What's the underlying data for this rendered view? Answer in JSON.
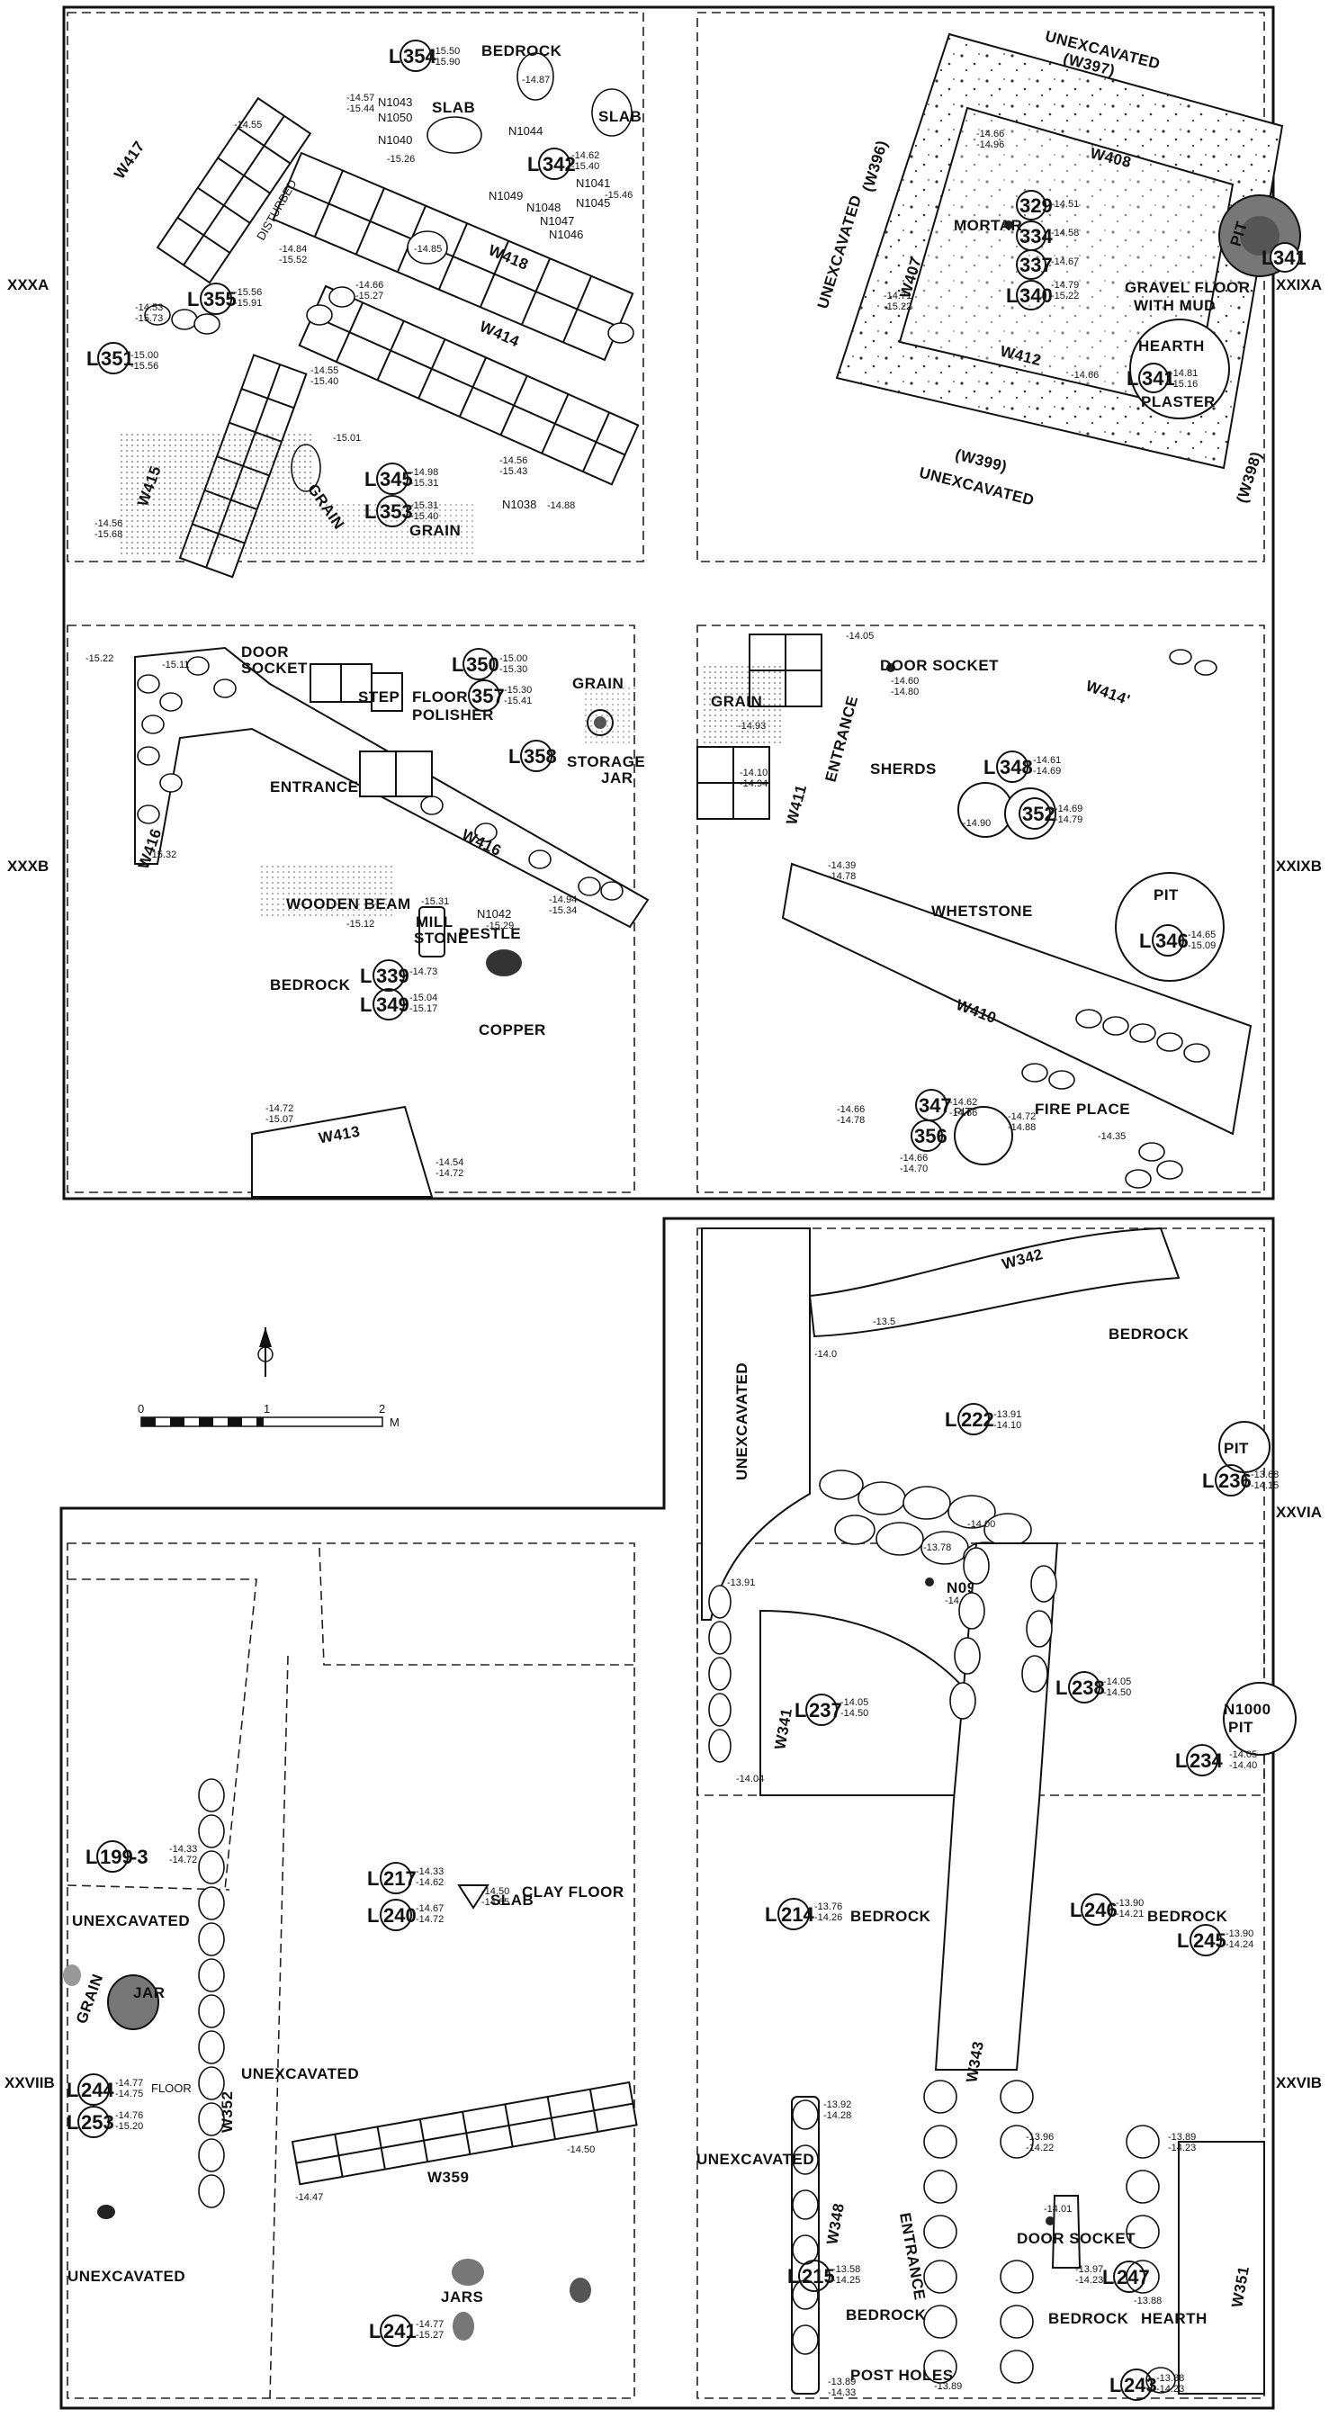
{
  "side_labels": {
    "xxxa": "XXXA",
    "xxixa": "XXIXA",
    "xxxb": "XXXB",
    "xxixb": "XXIXB",
    "xxvia": "XXVIA",
    "xxviib": "XXVIIB",
    "xxvib": "XXVIB"
  },
  "scale": {
    "zero": "0",
    "one": "1",
    "two": "2",
    "unit": "M"
  },
  "walls": {
    "w417": "W417",
    "w418": "W418",
    "w414": "W414",
    "w415": "W415",
    "w396": "(W396)",
    "w397": "(W397)",
    "w399": "(W399)",
    "w398": "(W398)",
    "w408": "W408",
    "w407": "W407",
    "w412": "W412",
    "w416a": "W416",
    "w416b": "W416",
    "w411": "W411",
    "w414p": "W414'",
    "w410": "W410",
    "w413": "W413",
    "w342": "W342",
    "w341": "W341",
    "w352": "W352",
    "w359": "W359",
    "w343": "W343",
    "w348": "W348",
    "w351": "W351"
  },
  "loci": {
    "l354": "354",
    "l342": "342",
    "l355": "355",
    "l351": "351",
    "l345": "345",
    "l353": "353",
    "l329": "329",
    "l334": "334",
    "l337": "337",
    "l340": "340",
    "l341a": "341",
    "l341b": "341",
    "l350": "350",
    "l357": "357",
    "l358": "358",
    "l339": "339",
    "l349": "349",
    "l348": "348",
    "l352": "352",
    "l346": "346",
    "l347": "347",
    "l356": "356",
    "l222": "222",
    "l236": "236",
    "l237": "237",
    "l238": "238",
    "l234": "234",
    "l199": "199",
    "l217": "217",
    "l240": "240",
    "l244": "244",
    "l253": "253",
    "l241": "241",
    "l214": "214",
    "l246": "246",
    "l245": "245",
    "l215": "215",
    "l247": "247",
    "l243": "243"
  },
  "features": {
    "bedrock1": "BEDROCK",
    "slab1": "SLAB",
    "slab2": "SLAB",
    "disturbed": "DISTURBED",
    "n1043": "N1043",
    "n1050": "N1050",
    "n1040": "N1040",
    "n1044": "N1044",
    "n1041": "N1041",
    "n1045": "N1045",
    "n1049": "N1049",
    "n1048": "N1048",
    "n1047": "N1047",
    "n1046": "N1046",
    "n1038": "N1038",
    "grain1": "GRAIN",
    "grain2": "GRAIN",
    "unexcavated_a1": "UNEXCAVATED",
    "unexcavated_a2": "UNEXCAVATED",
    "unexcavated_a3": "UNEXCAVATED",
    "mortar": "MORTAR",
    "pit1": "PIT",
    "gravel1": "GRAVEL FLOOR",
    "gravel2": "WITH MUD",
    "hearth1": "HEARTH",
    "plaster": "PLASTER",
    "door_socket1": "DOOR",
    "door_socket2": "SOCKET",
    "step": "STEP",
    "floor": "FLOOR",
    "polisher": "POLISHER",
    "grain3": "GRAIN",
    "storage1": "STORAGE",
    "storage2": "JAR",
    "entrance1": "ENTRANCE",
    "wooden_beam": "WOODEN BEAM",
    "n1042": "N1042",
    "mill1": "MILL",
    "mill2": "STONE",
    "pestle": "PESTLE",
    "bedrock2": "BEDROCK",
    "copper": "COPPER",
    "grain4": "GRAIN",
    "entrance2": "ENTRANCE",
    "door_socket3": "DOOR SOCKET",
    "sherds": "SHERDS",
    "whetstone": "WHETSTONE",
    "pit2": "PIT",
    "fire_place": "FIRE PLACE",
    "pit3": "PIT",
    "bedrock3": "BEDROCK",
    "unexcavated_b": "UNEXCAVATED",
    "pit4": "PIT",
    "n0999": "N0999",
    "n1000": "N1000",
    "pit5": "PIT",
    "unexcavated_c1": "UNEXCAVATED",
    "clay_floor": "CLAY FLOOR",
    "slab3": "SLAB",
    "grain5": "GRAIN",
    "jar1": "JAR",
    "floor2": "FLOOR",
    "unexcavated_c2": "UNEXCAVATED",
    "unexcavated_c3": "UNEXCAVATED",
    "jars": "JARS",
    "bedrock4": "BEDROCK",
    "bedrock5": "BEDROCK",
    "unexcavated_d": "UNEXCAVATED",
    "entrance3": "ENTRANCE",
    "bedrock6": "BEDROCK",
    "post_holes": "POST HOLES",
    "door_socket4": "DOOR SOCKET",
    "bedrock7": "BEDROCK",
    "hearth2": "HEARTH"
  },
  "elevations": {
    "e1": "-15.50",
    "e1b": "-15.90",
    "e2": "-14.87",
    "e3": "-14.57",
    "e3b": "-15.44",
    "e4": "-14.55",
    "e5": "-15.26",
    "e6": "-14.62",
    "e6b": "-15.40",
    "e7": "-15.46",
    "e8": "-14.84",
    "e8b": "-15.52",
    "e9": "-14.85",
    "e10": "-15.56",
    "e10b": "-15.91",
    "e11": "-14.66",
    "e11b": "-15.27",
    "e12": "-14.53",
    "e12b": "-15.73",
    "e13": "-15.00",
    "e13b": "-15.56",
    "e14": "-14.55",
    "e14b": "-15.40",
    "e15": "-15.01",
    "e16": "-14.98",
    "e16b": "-15.31",
    "e17": "-15.31",
    "e17b": "-15.40",
    "e18": "-14.56",
    "e18b": "-15.43",
    "e19": "-14.88",
    "e20": "-14.56",
    "e20b": "-15.68",
    "e21": "-14.66",
    "e21b": "-14.96",
    "e22": "-14.51",
    "e23": "-14.58",
    "e24": "-14.67",
    "e25": "-14.79",
    "e25b": "-15.22",
    "e26": "-14.81",
    "e26b": "-15.16",
    "e27": "-14.71",
    "e27b": "-15.22",
    "e28": "-14.66",
    "e29": "-15.22",
    "e30": "-15.11",
    "e31": "-15.00",
    "e31b": "-15.30",
    "e32": "-15.30",
    "e32b": "-15.41",
    "e33": "-15.32",
    "e34": "-15.12",
    "e35": "-15.31",
    "e36": "-15.29",
    "e37": "-14.73",
    "e38": "-15.04",
    "e38b": "-15.17",
    "e39": "-14.94",
    "e39b": "-15.34",
    "e40": "-14.72",
    "e40b": "-15.07",
    "e41": "-14.54",
    "e41b": "-14.72",
    "e42": "-14.05",
    "e43": "-14.93",
    "e44": "-14.10",
    "e44b": "-14.94",
    "e45": "-14.60",
    "e45b": "-14.80",
    "e46": "-14.61",
    "e46b": "-14.69",
    "e47": "-14.90",
    "e48": "-14.69",
    "e48b": "-14.79",
    "e49": "-14.39",
    "e49b": "-14.78",
    "e50": "-14.65",
    "e50b": "-15.09",
    "e51": "-14.66",
    "e51b": "-14.78",
    "e52": "-14.62",
    "e52b": "-14.66",
    "e53": "-14.72",
    "e53b": "-14.88",
    "e54": "-14.66",
    "e54b": "-14.70",
    "e55": "-14.35",
    "e56": "-13.5",
    "e57": "-14.0",
    "e58": "-13.91",
    "e58b": "-14.10",
    "e59": "-13.68",
    "e59b": "-14.15",
    "e60": "-14.00",
    "e61": "-13.78",
    "e62": "-13.91",
    "e63": "-14.02",
    "e64": "-14.05",
    "e64b": "-14.50",
    "e65": "-14.05",
    "e65b": "-14.50",
    "e66": "-14.05",
    "e66b": "-14.40",
    "e67": "-14.04",
    "e68": "-14.33",
    "e68b": "-14.72",
    "e69": "-14.33",
    "e69b": "-14.62",
    "e70": "-14.67",
    "e70b": "-14.72",
    "e71": "-14.50",
    "e71b": "-14.65",
    "e72": "-14.77",
    "e72b": "-14.75",
    "e73": "-14.76",
    "e73b": "-15.20",
    "e74": "-14.50",
    "e75": "-14.47",
    "e76": "-14.77",
    "e76b": "-15.27",
    "e77": "-13.76",
    "e77b": "-14.26",
    "e78": "-13.90",
    "e78b": "-14.21",
    "e79": "-13.90",
    "e79b": "-14.24",
    "e80": "-13.92",
    "e80b": "-14.28",
    "e81": "-13.96",
    "e81b": "-14.22",
    "e82": "-13.89",
    "e82b": "-14.23",
    "e83": "-14.01",
    "e84": "-13.58",
    "e84b": "-14.25",
    "e85": "-13.97",
    "e85b": "-14.23",
    "e86": "-13.88",
    "e87": "-13.88",
    "e87b": "-14.23",
    "e88": "-13.89",
    "e88b": "-14.33",
    "e89": "-13.89"
  },
  "l199_suffix": "-3"
}
